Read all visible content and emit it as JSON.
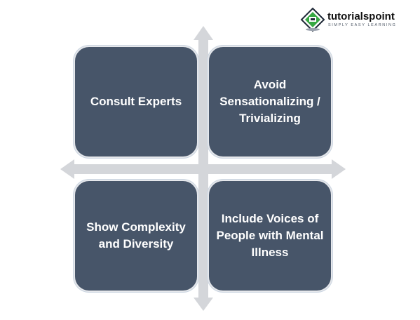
{
  "quadrants": {
    "top_left": "Consult Experts",
    "top_right": "Avoid Sensationalizing / Trivializing",
    "bottom_left": "Show Complexity and Diversity",
    "bottom_right": "Include Voices of People with Mental Illness"
  },
  "logo": {
    "name": "tutorialspoint",
    "tagline": "SIMPLY EASY LEARNING"
  },
  "colors": {
    "box_fill": "#475569",
    "arrow": "#d4d6da",
    "logo_green": "#37a843"
  },
  "icons": {
    "logo_mark": "tutorialspoint-diamond-logo"
  }
}
